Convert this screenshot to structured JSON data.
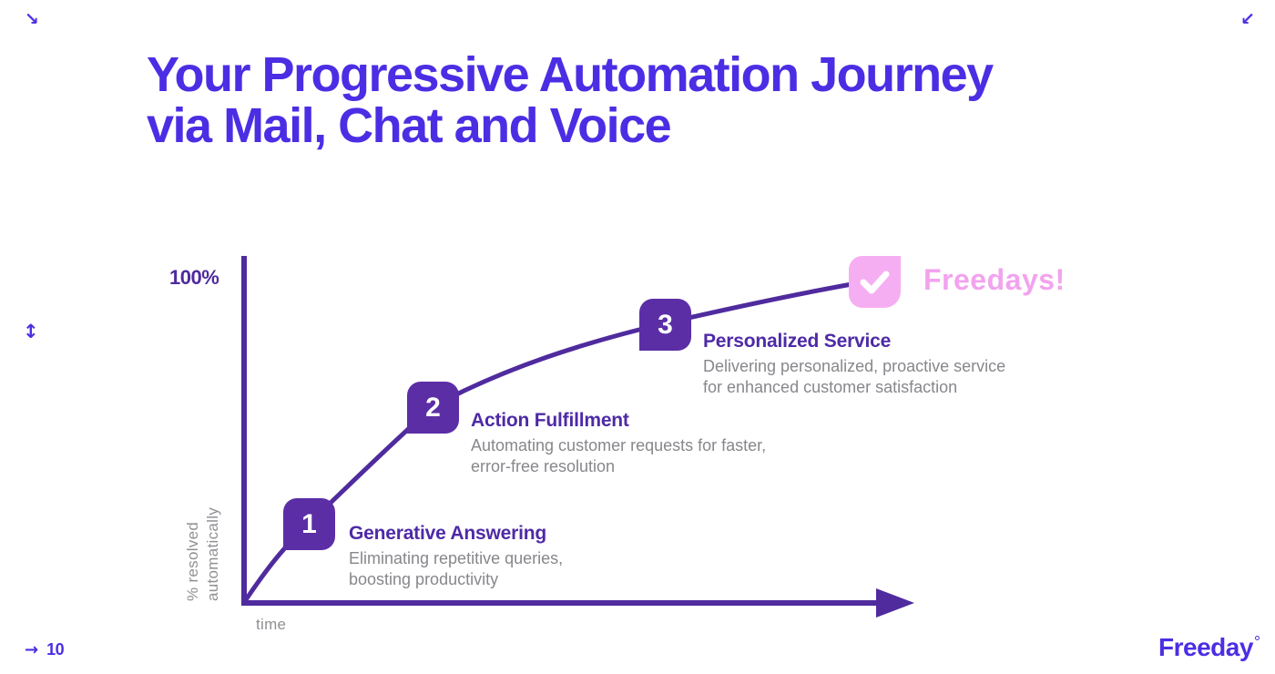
{
  "slide": {
    "title": "Your Progressive Automation Journey\nvia Mail, Chat and Voice",
    "page_number": "10",
    "brand_logo": "Freeday"
  },
  "colors": {
    "accent_blue_violet": "#4B2EE4",
    "deep_purple_badge": "#5B2EA6",
    "curve_axis_purple": "#4F2B9E",
    "pink_badge": "#F6AEF2",
    "pink_text": "#F2A3EE",
    "gray_text": "#87878C"
  },
  "icons": {
    "top_left_glyph": "↘",
    "top_right_glyph": "↙",
    "mid_left_glyph": "↕",
    "page_nav_glyph": "→",
    "endpoint_icon": "checkmark"
  },
  "chart": {
    "y_axis_top_label": "100%",
    "y_axis_title": "% resolved\nautomatically",
    "x_axis_title": "time",
    "milestones": [
      {
        "number": "1",
        "title": "Generative Answering",
        "description": "Eliminating repetitive queries,\nboosting productivity"
      },
      {
        "number": "2",
        "title": "Action Fulfillment",
        "description": "Automating customer requests for faster,\nerror-free resolution"
      },
      {
        "number": "3",
        "title": "Personalized Service",
        "description": "Delivering personalized, proactive service\nfor enhanced customer satisfaction"
      }
    ],
    "endpoint_label": "Freedays!"
  }
}
